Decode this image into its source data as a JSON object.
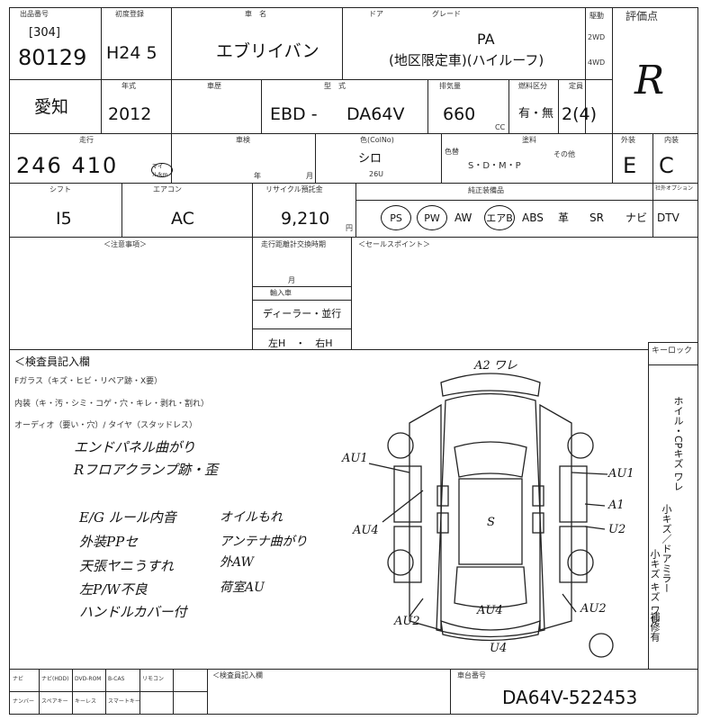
{
  "header_labels": {
    "lot_no": "出品番号",
    "first_reg": "初度登録",
    "car_name": "車　名",
    "door": "ドア",
    "grade": "グレード",
    "drive": "駆動",
    "drive_2wd": "2WD",
    "drive_4wd": "4WD",
    "score": "評価点",
    "model_year": "年式",
    "history": "車歴",
    "model_type": "型　式",
    "displacement": "排気量",
    "displacement_unit": "CC",
    "fuel_type": "燃料区分",
    "capacity": "定員",
    "mileage": "走行",
    "shaken": "車検",
    "shaken_year": "年",
    "shaken_month": "月",
    "color": "色(ColNo)",
    "color_change": "色替",
    "paint": "塗料",
    "paint_other": "その他",
    "exterior": "外装",
    "interior": "内装",
    "shift": "シフト",
    "aircon": "エアコン",
    "recycle": "リサイクル預託金",
    "yen": "円",
    "equipment": "純正装備品",
    "aftermarket": "社外オプション",
    "notes": "＜注意事項＞",
    "sales_points": "＜セールスポイント＞",
    "odo_replaced": "走行距離計交換時期",
    "import": "輸入車",
    "steering": "左H　・　右H",
    "inspector_notes": "＜検査員記入欄",
    "keylock": "キーロック",
    "chassis_label": "車台番号",
    "bottom_opts": [
      "ナビ",
      "ナビ(HDD)",
      "DVD-ROM",
      "B-CAS",
      "リモコン"
    ],
    "bottom_opts2": [
      "ナンバー",
      "スペアキー",
      "キーレス",
      "スマートキー"
    ],
    "mileage_unit": "マイル/km"
  },
  "vehicle": {
    "lot_prefix": "[304]",
    "lot_number": "80129",
    "first_registration": "H24 5",
    "car_name": "エブリイバン",
    "grade_line1": "PA",
    "grade_line2": "(地区限定車)(ハイルーフ)",
    "score": "R",
    "location": "愛知",
    "model_year": "2012",
    "model_type_prefix": "EBD -",
    "model_type": "DA64V",
    "displacement": "660",
    "fuel_option": "有・無",
    "capacity": "2(4)",
    "mileage": "246 410",
    "color": "シロ",
    "color_code": "26U",
    "paint_types": "S・D・M・P",
    "exterior_grade": "E",
    "interior_grade": "C",
    "shift": "I5",
    "aircon": "AC",
    "recycle_fee": "9,210",
    "import_type": "ディーラー・並行",
    "chassis_number": "DA64V-522453"
  },
  "equipment": [
    "PS",
    "PW",
    "AW",
    "エアB",
    "ABS",
    "革",
    "SR",
    "ナビ",
    "DTV"
  ],
  "equipment_circled": [
    "PS",
    "PW",
    "エアB"
  ],
  "inspection_keys": {
    "f_glass": "Fガラス（キズ・ヒビ・リペア跡・X要）",
    "interior": "内装（キ・汚・シミ・コゲ・穴・キレ・剥れ・割れ）",
    "audio": "オーディオ（要い・穴）/ タイヤ（スタッドレス）"
  },
  "handwritten_notes": {
    "left": [
      "エンドパネル曲がり",
      "Rフロアクランプ跡・歪",
      "E/G ルール内音",
      "外装PPセ",
      "天張ヤニうすれ",
      "左P/W不良",
      "ハンドルカバー付"
    ],
    "right": [
      "オイルもれ",
      "アンテナ曲がり",
      "外AW",
      "荷室AU"
    ]
  },
  "diagram_marks": {
    "top": "A2 ワレ",
    "left_upper": "AU1",
    "left_lower": "AU4",
    "right_upper": "AU1",
    "right_mid": "A1",
    "right_low": "U2",
    "bottom_left": "AU2",
    "bottom_center": "AU4",
    "bottom_right": "AU2",
    "bottom": "U4",
    "center": "S"
  },
  "side_text": [
    "ホイル・CPキズ ワレ",
    "小キズ／ドアミラー",
    "小キズ キズ ワレ",
    "補修有"
  ]
}
